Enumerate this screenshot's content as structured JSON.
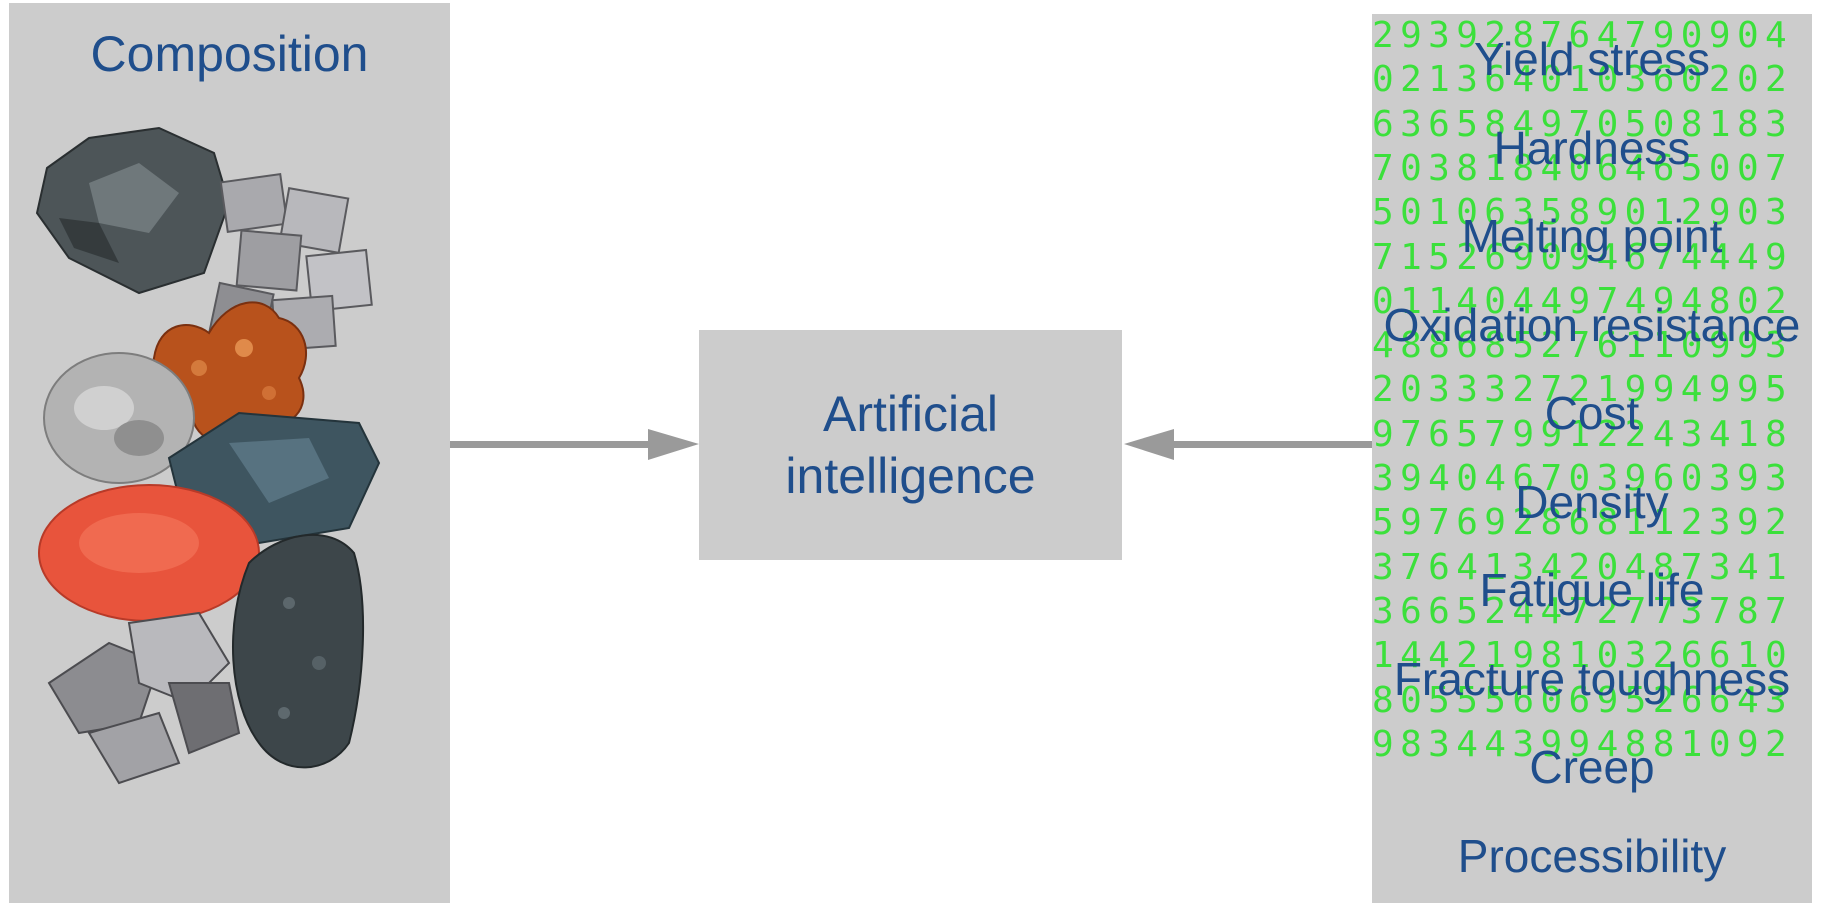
{
  "composition": {
    "title": "Composition"
  },
  "ai_box": {
    "line1": "Artificial",
    "line2": "intelligence"
  },
  "properties": [
    "Yield stress",
    "Hardness",
    "Melting point",
    "Oxidation resistance",
    "Cost",
    "Density",
    "Fatigue life",
    "Fracture toughness",
    "Creep",
    "Processibility"
  ],
  "digit_rows": [
    "293928764790904",
    "021364010360202",
    "636584970508183",
    "703818406465007",
    "501063589012903",
    "715269094674449",
    "011404497494802",
    "488685276110993",
    "203332721994995",
    "976579912243418",
    "394046703960393",
    "597692868112392",
    "376413420487341",
    "366524472773787",
    "144219810326610",
    "805556069526643",
    "983443994881092"
  ],
  "colors": {
    "panel": "#cccccc",
    "text_blue": "#1f4e8c",
    "digits_green": "#3be03b",
    "arrow": "#9a9a9a"
  }
}
